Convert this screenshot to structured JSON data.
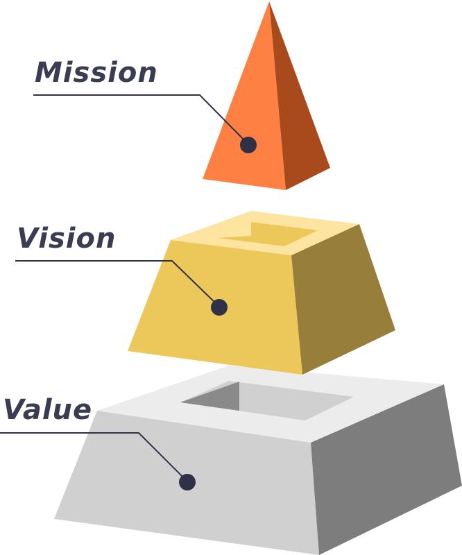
{
  "diagram": {
    "tiers": [
      {
        "id": "mission",
        "label": "Mission",
        "colors": {
          "front": "#fe8042",
          "side": "#a84a1c"
        }
      },
      {
        "id": "vision",
        "label": "Vision",
        "colors": {
          "front": "#ecc75a",
          "side": "#977e3b",
          "top": "#fde5a1",
          "hole_back": "#ecc75a",
          "hole_side": "#ffe6a0"
        }
      },
      {
        "id": "value",
        "label": "Value",
        "colors": {
          "front": "#d0d0d0",
          "side": "#7d7d7d",
          "top": "#ececec",
          "hole_back": "#d0d0d0",
          "hole_side": "#8a8a8a"
        }
      }
    ],
    "line_color": "#2f3147",
    "text_color": "#3a3d52"
  }
}
